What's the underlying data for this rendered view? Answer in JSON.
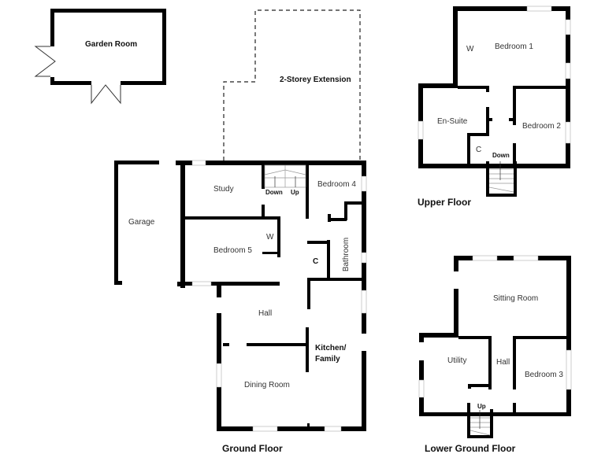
{
  "plan": {
    "outbuildings": {
      "garden_room": "Garden Room",
      "extension": "2-Storey Extension",
      "garage": "Garage"
    },
    "ground_floor": {
      "title": "Ground Floor",
      "rooms": {
        "study": "Study",
        "bedroom4": "Bedroom 4",
        "bedroom5": "Bedroom 5",
        "wardrobe": "W",
        "cupboard": "C",
        "bathroom": "Bathroom",
        "hall": "Hall",
        "kitchen": "Kitchen/\nFamily",
        "kitchen_line1": "Kitchen/",
        "kitchen_line2": "Family",
        "dining": "Dining Room"
      },
      "stairs": {
        "down": "Down",
        "up": "Up"
      }
    },
    "upper_floor": {
      "title": "Upper Floor",
      "rooms": {
        "bedroom1": "Bedroom 1",
        "wardrobe": "W",
        "ensuite": "En-Suite",
        "bedroom2": "Bedroom 2",
        "cupboard": "C"
      },
      "stairs": {
        "down": "Down"
      }
    },
    "lower_ground_floor": {
      "title": "Lower Ground Floor",
      "rooms": {
        "sitting": "Sitting Room",
        "utility": "Utility",
        "hall": "Hall",
        "bedroom3": "Bedroom 3"
      },
      "stairs": {
        "up": "Up"
      }
    },
    "colors": {
      "wall": "#000000",
      "window": "#ffffff",
      "background": "#ffffff",
      "dashed": "#222222"
    }
  }
}
